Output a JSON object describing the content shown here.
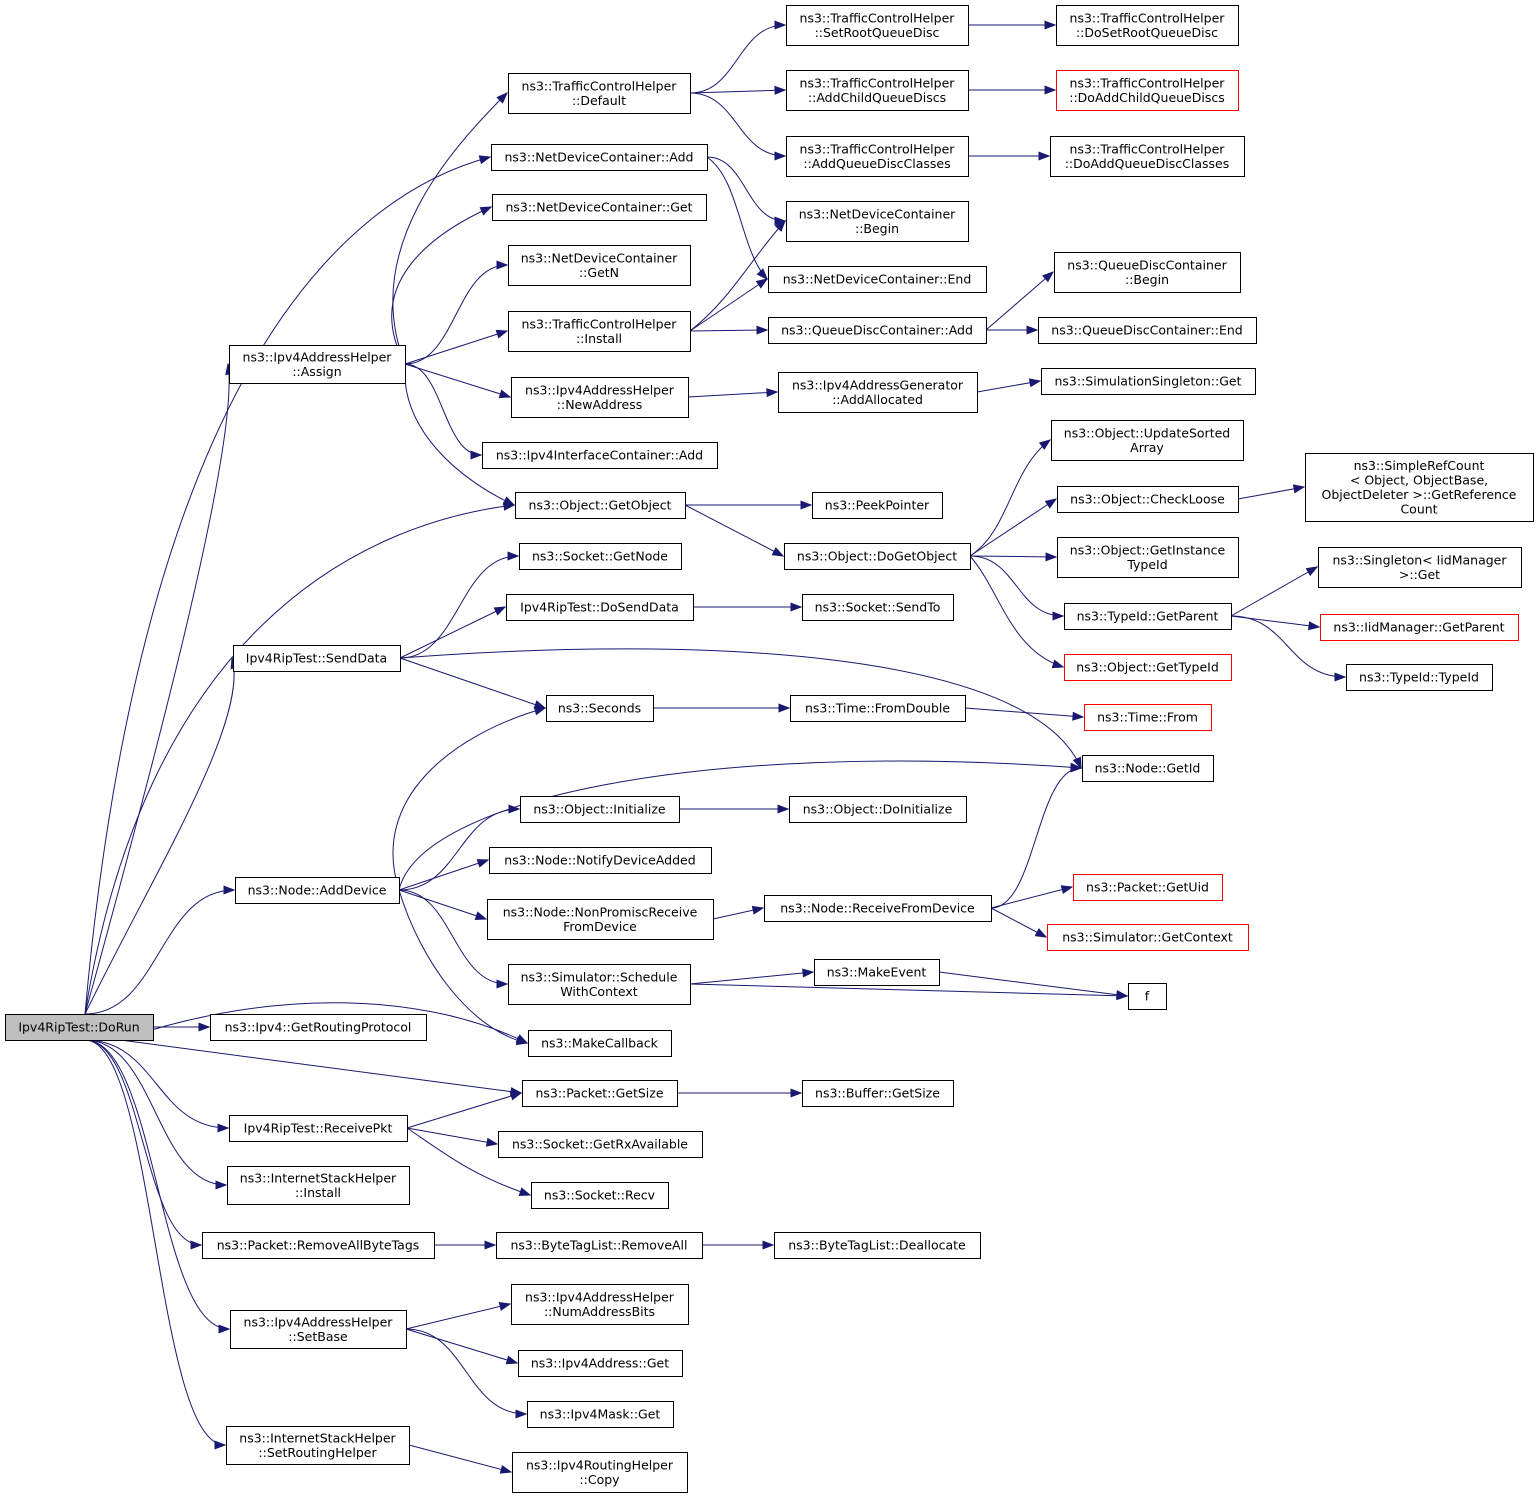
{
  "diagram": {
    "type": "call-graph",
    "colors": {
      "edge": "#191970",
      "node_border": "#000000",
      "truncated_node_border": "#ff0000",
      "root_fill": "#bfbfbf",
      "node_fill": "#ffffff"
    },
    "nodes": [
      {
        "id": "dorun",
        "lines": [
          "Ipv4RipTest::DoRun"
        ],
        "style": "root"
      },
      {
        "id": "assign",
        "lines": [
          "ns3::Ipv4AddressHelper",
          "::Assign"
        ]
      },
      {
        "id": "senddata",
        "lines": [
          "Ipv4RipTest::SendData"
        ]
      },
      {
        "id": "adddevice",
        "lines": [
          "ns3::Node::AddDevice"
        ]
      },
      {
        "id": "getroutingprotocol",
        "lines": [
          "ns3::Ipv4::GetRoutingProtocol"
        ]
      },
      {
        "id": "receivepkt",
        "lines": [
          "Ipv4RipTest::ReceivePkt"
        ]
      },
      {
        "id": "ish_install",
        "lines": [
          "ns3::InternetStackHelper",
          "::Install"
        ]
      },
      {
        "id": "removeallbytetags",
        "lines": [
          "ns3::Packet::RemoveAllByteTags"
        ]
      },
      {
        "id": "setbase",
        "lines": [
          "ns3::Ipv4AddressHelper",
          "::SetBase"
        ]
      },
      {
        "id": "setroutinghelper",
        "lines": [
          "ns3::InternetStackHelper",
          "::SetRoutingHelper"
        ]
      },
      {
        "id": "tch_default",
        "lines": [
          "ns3::TrafficControlHelper",
          "::Default"
        ]
      },
      {
        "id": "ndc_add",
        "lines": [
          "ns3::NetDeviceContainer::Add"
        ]
      },
      {
        "id": "ndc_get",
        "lines": [
          "ns3::NetDeviceContainer::Get"
        ]
      },
      {
        "id": "ndc_getn",
        "lines": [
          "ns3::NetDeviceContainer",
          "::GetN"
        ]
      },
      {
        "id": "tch_install",
        "lines": [
          "ns3::TrafficControlHelper",
          "::Install"
        ]
      },
      {
        "id": "newaddress",
        "lines": [
          "ns3::Ipv4AddressHelper",
          "::NewAddress"
        ]
      },
      {
        "id": "ic_add",
        "lines": [
          "ns3::Ipv4InterfaceContainer::Add"
        ]
      },
      {
        "id": "getobject",
        "lines": [
          "ns3::Object::GetObject"
        ]
      },
      {
        "id": "socket_getnode",
        "lines": [
          "ns3::Socket::GetNode"
        ]
      },
      {
        "id": "dosenddata",
        "lines": [
          "Ipv4RipTest::DoSendData"
        ]
      },
      {
        "id": "seconds",
        "lines": [
          "ns3::Seconds"
        ]
      },
      {
        "id": "obj_initialize",
        "lines": [
          "ns3::Object::Initialize"
        ]
      },
      {
        "id": "notifydeviceadded",
        "lines": [
          "ns3::Node::NotifyDeviceAdded"
        ]
      },
      {
        "id": "nonpromisc",
        "lines": [
          "ns3::Node::NonPromiscReceive",
          "FromDevice"
        ]
      },
      {
        "id": "schedulewithcontext",
        "lines": [
          "ns3::Simulator::Schedule",
          "WithContext"
        ]
      },
      {
        "id": "makecallback",
        "lines": [
          "ns3::MakeCallback"
        ]
      },
      {
        "id": "packet_getsize",
        "lines": [
          "ns3::Packet::GetSize"
        ]
      },
      {
        "id": "getrxavailable",
        "lines": [
          "ns3::Socket::GetRxAvailable"
        ]
      },
      {
        "id": "socket_recv",
        "lines": [
          "ns3::Socket::Recv"
        ]
      },
      {
        "id": "btl_removeall",
        "lines": [
          "ns3::ByteTagList::RemoveAll"
        ]
      },
      {
        "id": "numaddressbits",
        "lines": [
          "ns3::Ipv4AddressHelper",
          "::NumAddressBits"
        ]
      },
      {
        "id": "ipv4address_get",
        "lines": [
          "ns3::Ipv4Address::Get"
        ]
      },
      {
        "id": "ipv4mask_get",
        "lines": [
          "ns3::Ipv4Mask::Get"
        ]
      },
      {
        "id": "rh_copy",
        "lines": [
          "ns3::Ipv4RoutingHelper",
          "::Copy"
        ]
      },
      {
        "id": "setrootqueuedisc",
        "lines": [
          "ns3::TrafficControlHelper",
          "::SetRootQueueDisc"
        ]
      },
      {
        "id": "addchildqueuediscs",
        "lines": [
          "ns3::TrafficControlHelper",
          "::AddChildQueueDiscs"
        ]
      },
      {
        "id": "addqueuediscclasses",
        "lines": [
          "ns3::TrafficControlHelper",
          "::AddQueueDiscClasses"
        ]
      },
      {
        "id": "ndc_begin",
        "lines": [
          "ns3::NetDeviceContainer",
          "::Begin"
        ]
      },
      {
        "id": "ndc_end",
        "lines": [
          "ns3::NetDeviceContainer::End"
        ]
      },
      {
        "id": "qdc_add",
        "lines": [
          "ns3::QueueDiscContainer::Add"
        ]
      },
      {
        "id": "addallocated",
        "lines": [
          "ns3::Ipv4AddressGenerator",
          "::AddAllocated"
        ]
      },
      {
        "id": "peekpointer",
        "lines": [
          "ns3::PeekPointer"
        ]
      },
      {
        "id": "dogetobject",
        "lines": [
          "ns3::Object::DoGetObject"
        ]
      },
      {
        "id": "socket_sendto",
        "lines": [
          "ns3::Socket::SendTo"
        ]
      },
      {
        "id": "time_fromdouble",
        "lines": [
          "ns3::Time::FromDouble"
        ]
      },
      {
        "id": "obj_doinitialize",
        "lines": [
          "ns3::Object::DoInitialize"
        ]
      },
      {
        "id": "receivefromdevice",
        "lines": [
          "ns3::Node::ReceiveFromDevice"
        ]
      },
      {
        "id": "makeevent",
        "lines": [
          "ns3::MakeEvent"
        ]
      },
      {
        "id": "buffer_getsize",
        "lines": [
          "ns3::Buffer::GetSize"
        ]
      },
      {
        "id": "btl_deallocate",
        "lines": [
          "ns3::ByteTagList::Deallocate"
        ]
      },
      {
        "id": "dosetrootqueuedisc",
        "lines": [
          "ns3::TrafficControlHelper",
          "::DoSetRootQueueDisc"
        ]
      },
      {
        "id": "doaddchildqueuediscs",
        "lines": [
          "ns3::TrafficControlHelper",
          "::DoAddChildQueueDiscs"
        ],
        "style": "red"
      },
      {
        "id": "doaddqueuediscclasses",
        "lines": [
          "ns3::TrafficControlHelper",
          "::DoAddQueueDiscClasses"
        ]
      },
      {
        "id": "qdc_begin",
        "lines": [
          "ns3::QueueDiscContainer",
          "::Begin"
        ]
      },
      {
        "id": "qdc_end",
        "lines": [
          "ns3::QueueDiscContainer::End"
        ]
      },
      {
        "id": "simsingleton_get",
        "lines": [
          "ns3::SimulationSingleton::Get"
        ]
      },
      {
        "id": "updatesortedarray",
        "lines": [
          "ns3::Object::UpdateSorted",
          "Array"
        ]
      },
      {
        "id": "checkloose",
        "lines": [
          "ns3::Object::CheckLoose"
        ]
      },
      {
        "id": "getinstancetypeid",
        "lines": [
          "ns3::Object::GetInstance",
          "TypeId"
        ]
      },
      {
        "id": "typeid_getparent",
        "lines": [
          "ns3::TypeId::GetParent"
        ]
      },
      {
        "id": "obj_gettypeid",
        "lines": [
          "ns3::Object::GetTypeId"
        ],
        "style": "red"
      },
      {
        "id": "time_from",
        "lines": [
          "ns3::Time::From"
        ],
        "style": "red"
      },
      {
        "id": "node_getid",
        "lines": [
          "ns3::Node::GetId"
        ]
      },
      {
        "id": "packet_getuid",
        "lines": [
          "ns3::Packet::GetUid"
        ],
        "style": "red"
      },
      {
        "id": "sim_getcontext",
        "lines": [
          "ns3::Simulator::GetContext"
        ],
        "style": "red"
      },
      {
        "id": "f",
        "lines": [
          "f"
        ]
      },
      {
        "id": "getreferencecount",
        "lines": [
          "ns3::SimpleRefCount",
          "< Object, ObjectBase,",
          " ObjectDeleter >::GetReference",
          "Count"
        ]
      },
      {
        "id": "singleton_get",
        "lines": [
          "ns3::Singleton< IidManager",
          " >::Get"
        ]
      },
      {
        "id": "iidmanager_getparent",
        "lines": [
          "ns3::IidManager::GetParent"
        ],
        "style": "red"
      },
      {
        "id": "typeid_typeid",
        "lines": [
          "ns3::TypeId::TypeId"
        ]
      }
    ],
    "edges": [
      [
        "dorun",
        "assign"
      ],
      [
        "dorun",
        "senddata"
      ],
      [
        "dorun",
        "adddevice"
      ],
      [
        "dorun",
        "getroutingprotocol"
      ],
      [
        "dorun",
        "receivepkt"
      ],
      [
        "dorun",
        "ish_install"
      ],
      [
        "dorun",
        "removeallbytetags"
      ],
      [
        "dorun",
        "setbase"
      ],
      [
        "dorun",
        "setroutinghelper"
      ],
      [
        "dorun",
        "ndc_add"
      ],
      [
        "dorun",
        "getobject"
      ],
      [
        "dorun",
        "makecallback"
      ],
      [
        "dorun",
        "packet_getsize"
      ],
      [
        "assign",
        "tch_default"
      ],
      [
        "assign",
        "ndc_get"
      ],
      [
        "assign",
        "ndc_getn"
      ],
      [
        "assign",
        "tch_install"
      ],
      [
        "assign",
        "newaddress"
      ],
      [
        "assign",
        "ic_add"
      ],
      [
        "assign",
        "getobject"
      ],
      [
        "tch_default",
        "setrootqueuedisc"
      ],
      [
        "tch_default",
        "addchildqueuediscs"
      ],
      [
        "tch_default",
        "addqueuediscclasses"
      ],
      [
        "setrootqueuedisc",
        "dosetrootqueuedisc"
      ],
      [
        "addchildqueuediscs",
        "doaddchildqueuediscs"
      ],
      [
        "addqueuediscclasses",
        "doaddqueuediscclasses"
      ],
      [
        "ndc_add",
        "ndc_begin"
      ],
      [
        "ndc_add",
        "ndc_end"
      ],
      [
        "tch_install",
        "ndc_begin"
      ],
      [
        "tch_install",
        "ndc_end"
      ],
      [
        "tch_install",
        "qdc_add"
      ],
      [
        "qdc_add",
        "qdc_begin"
      ],
      [
        "qdc_add",
        "qdc_end"
      ],
      [
        "newaddress",
        "addallocated"
      ],
      [
        "addallocated",
        "simsingleton_get"
      ],
      [
        "getobject",
        "peekpointer"
      ],
      [
        "getobject",
        "dogetobject"
      ],
      [
        "dogetobject",
        "updatesortedarray"
      ],
      [
        "dogetobject",
        "checkloose"
      ],
      [
        "dogetobject",
        "getinstancetypeid"
      ],
      [
        "dogetobject",
        "typeid_getparent"
      ],
      [
        "dogetobject",
        "obj_gettypeid"
      ],
      [
        "checkloose",
        "getreferencecount"
      ],
      [
        "typeid_getparent",
        "singleton_get"
      ],
      [
        "typeid_getparent",
        "iidmanager_getparent"
      ],
      [
        "typeid_getparent",
        "typeid_typeid"
      ],
      [
        "senddata",
        "socket_getnode"
      ],
      [
        "senddata",
        "dosenddata"
      ],
      [
        "senddata",
        "seconds"
      ],
      [
        "senddata",
        "node_getid"
      ],
      [
        "dosenddata",
        "socket_sendto"
      ],
      [
        "seconds",
        "time_fromdouble"
      ],
      [
        "time_fromdouble",
        "time_from"
      ],
      [
        "adddevice",
        "seconds"
      ],
      [
        "adddevice",
        "node_getid"
      ],
      [
        "adddevice",
        "obj_initialize"
      ],
      [
        "adddevice",
        "notifydeviceadded"
      ],
      [
        "adddevice",
        "nonpromisc"
      ],
      [
        "adddevice",
        "schedulewithcontext"
      ],
      [
        "adddevice",
        "makecallback"
      ],
      [
        "obj_initialize",
        "obj_doinitialize"
      ],
      [
        "nonpromisc",
        "receivefromdevice"
      ],
      [
        "receivefromdevice",
        "node_getid"
      ],
      [
        "receivefromdevice",
        "packet_getuid"
      ],
      [
        "receivefromdevice",
        "sim_getcontext"
      ],
      [
        "schedulewithcontext",
        "makeevent"
      ],
      [
        "schedulewithcontext",
        "f"
      ],
      [
        "makeevent",
        "f"
      ],
      [
        "receivepkt",
        "packet_getsize"
      ],
      [
        "receivepkt",
        "getrxavailable"
      ],
      [
        "receivepkt",
        "socket_recv"
      ],
      [
        "packet_getsize",
        "buffer_getsize"
      ],
      [
        "removeallbytetags",
        "btl_removeall"
      ],
      [
        "btl_removeall",
        "btl_deallocate"
      ],
      [
        "setbase",
        "numaddressbits"
      ],
      [
        "setbase",
        "ipv4address_get"
      ],
      [
        "setbase",
        "ipv4mask_get"
      ],
      [
        "setroutinghelper",
        "rh_copy"
      ]
    ]
  }
}
